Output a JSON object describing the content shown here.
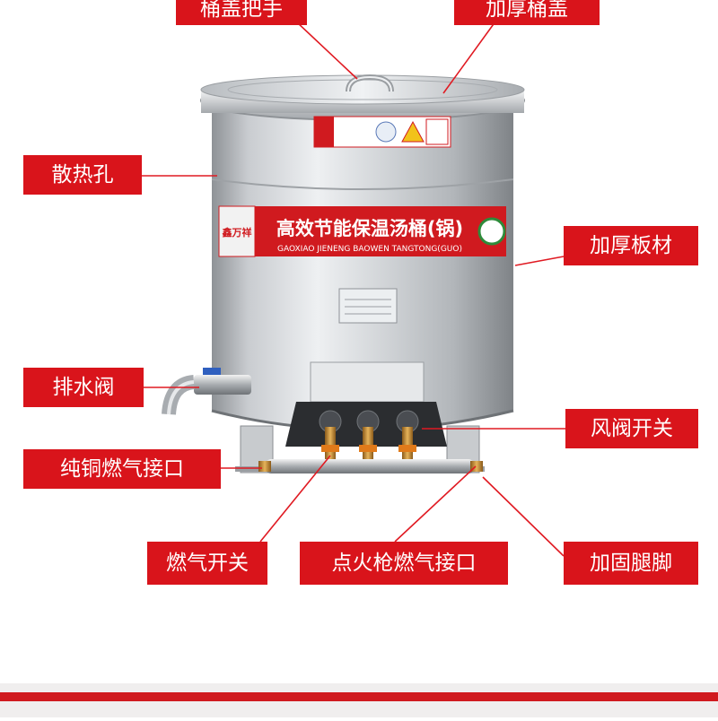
{
  "colors": {
    "label_bg": "#d9141b",
    "leader_line": "#e01a22",
    "steel_light": "#e4e6e8",
    "steel_dark": "#8e9296",
    "band_red": "#d01a1f"
  },
  "labels": {
    "lid_handle": "桶盖把手",
    "thick_lid": "加厚桶盖",
    "vent_holes": "散热孔",
    "thick_plate": "加厚板材",
    "drain_valve": "排水阀",
    "air_valve_switch": "风阀开关",
    "copper_gas_inlet": "纯铜燃气接口",
    "gas_switch": "燃气开关",
    "igniter_gas_inlet": "点火枪燃气接口",
    "reinforced_legs": "加固腿脚"
  },
  "product": {
    "brand": "鑫万祥",
    "title_cn": "高效节能保温汤桶(锅)",
    "title_pinyin": "GAOXIAO JIENENG BAOWEN TANGTONG(GUO)"
  }
}
